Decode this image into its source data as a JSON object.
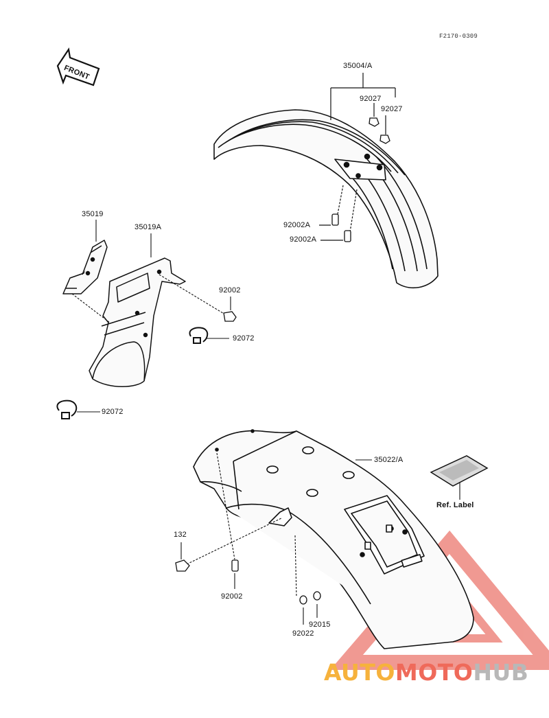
{
  "drawing_code": "F2170-0309",
  "front_label": "FRONT",
  "parts": {
    "p35004A": "35004/A",
    "p92027_a": "92027",
    "p92027_b": "92027",
    "p92002A_a": "92002A",
    "p92002A_b": "92002A",
    "p35019": "35019",
    "p35019A": "35019A",
    "p92002_top": "92002",
    "p92072_top": "92072",
    "p92072_left": "92072",
    "p35022A": "35022/A",
    "ref_label": "Ref. Label",
    "p132": "132",
    "p92002_bottom": "92002",
    "p92015": "92015",
    "p92022": "92022"
  },
  "watermark": {
    "part1": "AUTO",
    "part2": "MOTO",
    "part3": "HUB",
    "colors": {
      "orange": "#f6b23c",
      "red": "#ef6a5a",
      "grey": "#b8b8b8"
    }
  }
}
